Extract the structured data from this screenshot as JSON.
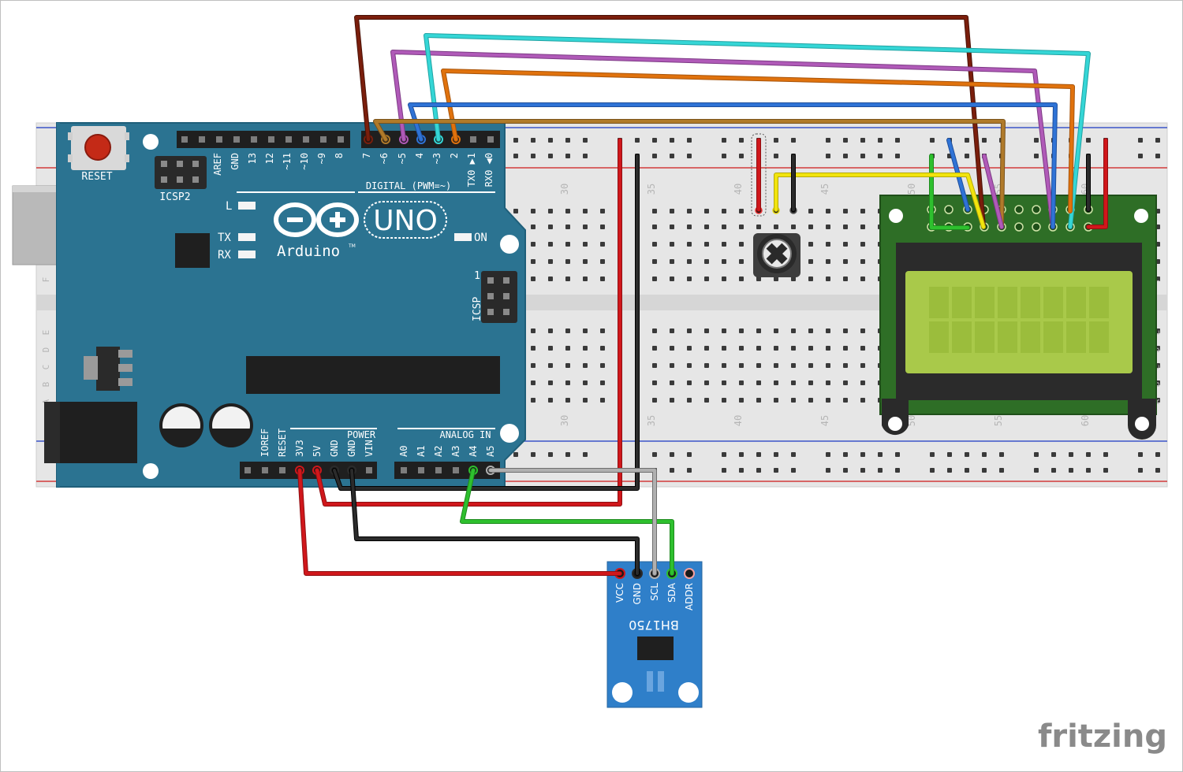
{
  "arduino": {
    "reset_label": "RESET",
    "icsp2_label": "ICSP2",
    "icsp_label": "ICSP",
    "icsp_pin1": "1",
    "brand": "Arduino",
    "tm": "TM",
    "model": "UNO",
    "led_l": "L",
    "led_tx": "TX",
    "led_rx": "RX",
    "led_on": "ON",
    "digital_label": "DIGITAL (PWM=~)",
    "digital_pins": [
      "AREF",
      "GND",
      "13",
      "12",
      "~11",
      "~10",
      "~9",
      "8",
      "7",
      "~6",
      "~5",
      "4",
      "~3",
      "2",
      "TX0 ▶1",
      "RX0 ◀0"
    ],
    "power_label": "POWER",
    "power_pins": [
      "IOREF",
      "RESET",
      "3V3",
      "5V",
      "GND",
      "GND",
      "VIN"
    ],
    "analog_label": "ANALOG IN",
    "analog_pins": [
      "A0",
      "A1",
      "A2",
      "A3",
      "A4",
      "A5"
    ]
  },
  "breadboard": {
    "column_numbers": [
      "30",
      "35",
      "40",
      "45",
      "50",
      "55",
      "60"
    ],
    "row_letters": [
      "F",
      "E",
      "D",
      "C",
      "B",
      "A"
    ]
  },
  "sensor": {
    "name": "BH1750",
    "pins": [
      "VCC",
      "GND",
      "SCL",
      "SDA",
      "ADDR"
    ]
  },
  "watermark": "fritzing",
  "colors": {
    "arduino_board": "#2b7391",
    "breadboard": "#e7e7e7",
    "lcd_pcb": "#2e6e26",
    "lcd_screen": "#a9c94a",
    "sensor_pcb": "#2f7fc9",
    "wire_red": "#d0171b",
    "wire_black": "#1a1a1a",
    "wire_green": "#2ec02e",
    "wire_gray": "#9a9a9a",
    "wire_yellow": "#f2e40d",
    "wire_brown": "#7a1e0c",
    "wire_cyan": "#35d6d6",
    "wire_purple": "#b05ab8",
    "wire_orange": "#e0720d",
    "wire_blue": "#2f73d6",
    "wire_tan": "#b07a2a"
  }
}
